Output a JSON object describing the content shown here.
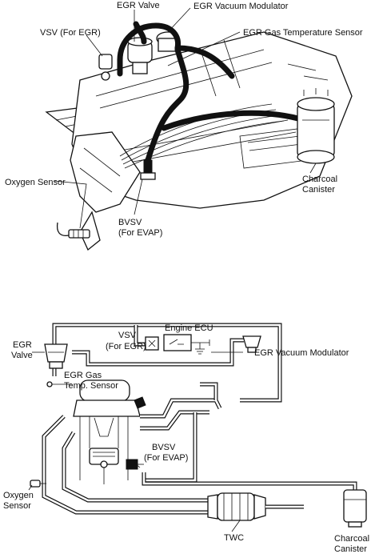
{
  "top_figure": {
    "labels": {
      "egr_valve": "EGR Valve",
      "egr_vacuum_modulator": "EGR Vacuum Modulator",
      "vsv_for_egr": "VSV (For EGR)",
      "egr_gas_temp_sensor": "EGR Gas Temperature Sensor",
      "oxygen_sensor": "Oxygen Sensor",
      "charcoal_canister_1": "Charcoal",
      "charcoal_canister_2": "Canister",
      "bvsv_1": "BVSV",
      "bvsv_2": "(For EVAP)"
    }
  },
  "bottom_figure": {
    "labels": {
      "egr_valve_1": "EGR",
      "egr_valve_2": "Valve",
      "vsv_1": "VSV",
      "vsv_2": "(For EGR)",
      "engine_ecu": "Engine ECU",
      "egr_vacuum_modulator": "EGR Vacuum Modulator",
      "egr_gas_temp_1": "EGR Gas",
      "egr_gas_temp_2": "Temp. Sensor",
      "bvsv_1": "BVSV",
      "bvsv_2": "(For EVAP)",
      "oxygen_sensor_1": "Oxygen",
      "oxygen_sensor_2": "Sensor",
      "twc": "TWC",
      "charcoal_canister_1": "Charcoal",
      "charcoal_canister_2": "Canister"
    }
  }
}
